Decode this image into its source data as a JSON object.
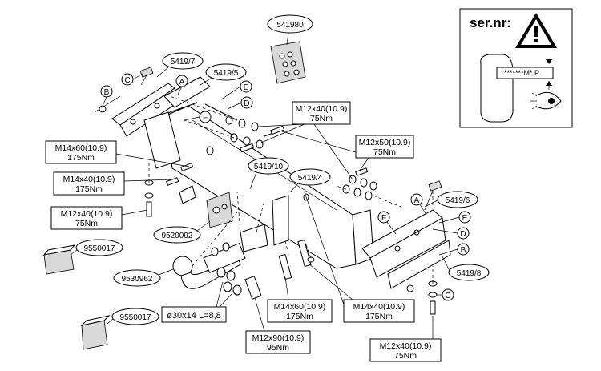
{
  "labels": {
    "p541980": "541980",
    "p5419_7": "5419/7",
    "p5419_5": "5419/5",
    "p5419_10": "5419/10",
    "p5419_4": "5419/4",
    "p5419_6": "5419/6",
    "p5419_8": "5419/8",
    "p9520092": "9520092",
    "p9550017a": "9550017",
    "p9550017b": "9550017",
    "p9530962": "9530962",
    "spacer": "ø30x14 L=8,8"
  },
  "letters": {
    "A1": "A",
    "B1": "B",
    "C1": "C",
    "D1": "D",
    "E1": "E",
    "F1": "F",
    "A2": "A",
    "B2": "B",
    "C2": "C",
    "D2": "D",
    "E2": "E",
    "F2": "F"
  },
  "bolts": [
    {
      "size": "M12x40(10.9)",
      "torque": "75Nm"
    },
    {
      "size": "M12x50(10.9)",
      "torque": "75Nm"
    },
    {
      "size": "M14x60(10.9)",
      "torque": "175Nm"
    },
    {
      "size": "M14x40(10.9)",
      "torque": "175Nm"
    },
    {
      "size": "M12x40(10.9)",
      "torque": "75Nm"
    },
    {
      "size": "M14x60(10.9)",
      "torque": "175Nm"
    },
    {
      "size": "M14x40(10.9)",
      "torque": "175Nm"
    },
    {
      "size": "M12x90(10.9)",
      "torque": "95Nm"
    },
    {
      "size": "M12x40(10.9)",
      "torque": "75Nm"
    }
  ],
  "serial_box": {
    "title": "ser.nr:",
    "plate": "*******M* P"
  }
}
